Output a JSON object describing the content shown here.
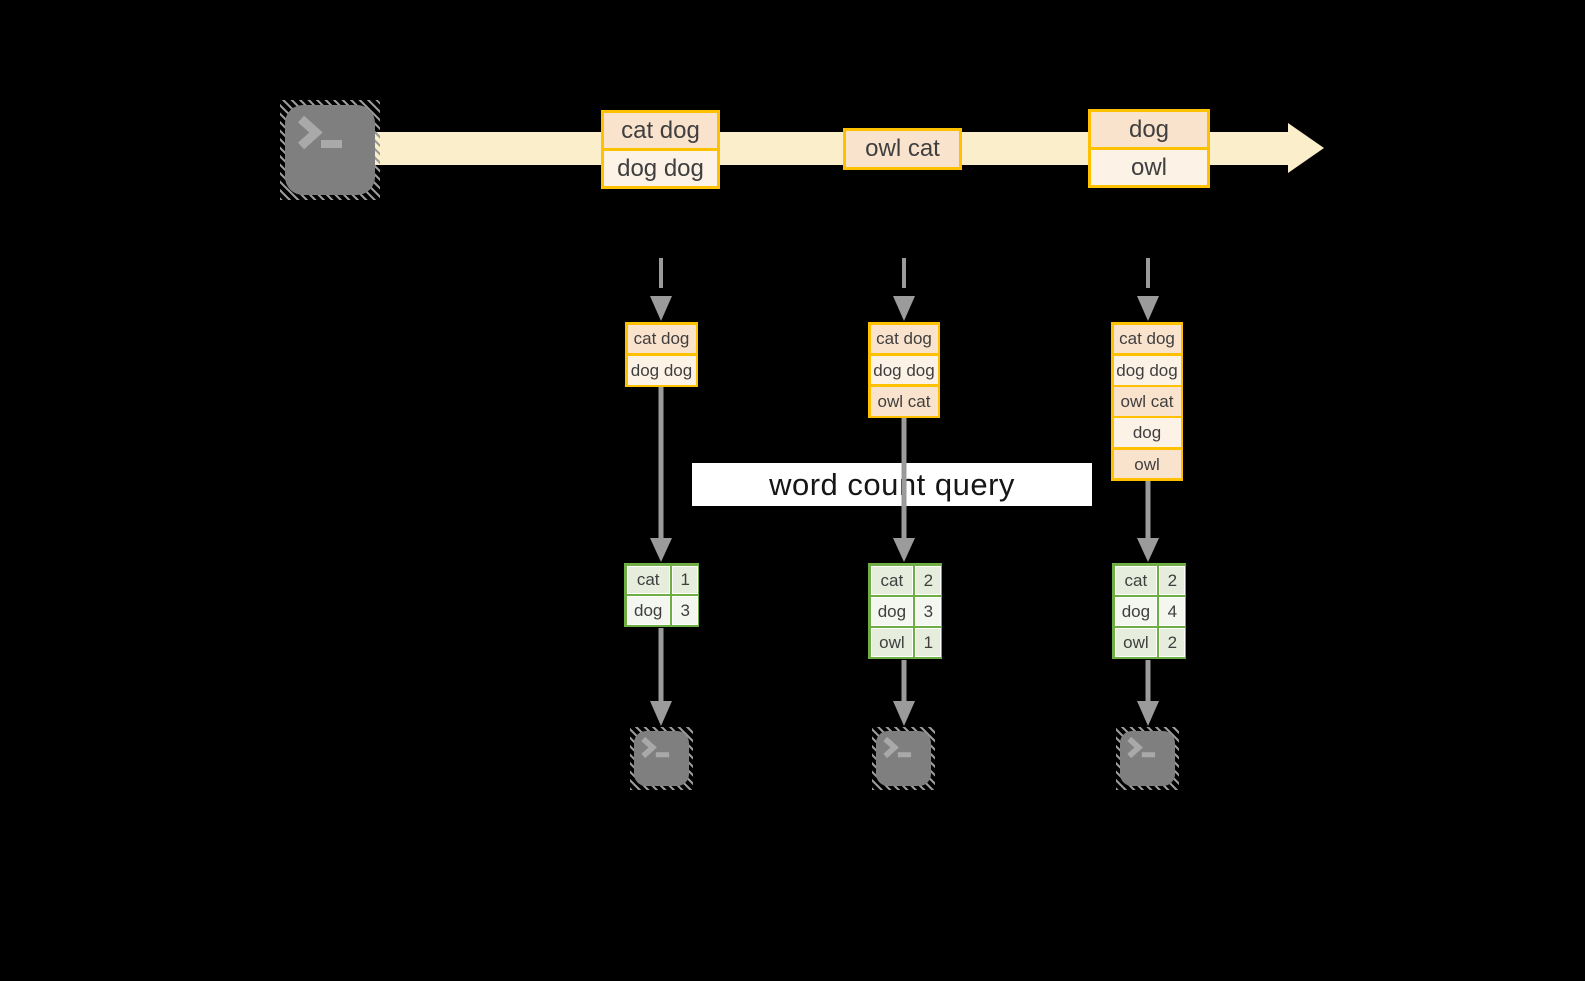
{
  "background": "#000000",
  "colors": {
    "band": "#FAEECB",
    "box_border": "#FFC000",
    "box_fill_dark": "#FAE3CD",
    "box_fill_light": "#FDF2E6",
    "table_border": "#6FAE44",
    "table_cell_dark": "#E6EDDC",
    "table_cell_light": "#F3F7F0",
    "connector_gray": "#9B9B9B",
    "terminal_gray": "#7F7F7F",
    "text": "#3F3F3F"
  },
  "icons": {
    "source": "terminal-icon",
    "outputs": [
      "terminal-icon",
      "terminal-icon",
      "terminal-icon"
    ],
    "stream_arrow": "right-arrow-band",
    "connectors": "down-arrow"
  },
  "banner": {
    "label": "word count query"
  },
  "stream": {
    "messages": [
      {
        "lines": [
          "cat dog",
          "dog dog"
        ]
      },
      {
        "lines": [
          "owl cat"
        ]
      },
      {
        "lines": [
          "dog",
          "owl"
        ]
      }
    ]
  },
  "columns": [
    {
      "batch": [
        "cat dog",
        "dog dog"
      ],
      "counts": [
        {
          "word": "cat",
          "count": "1"
        },
        {
          "word": "dog",
          "count": "3"
        }
      ]
    },
    {
      "batch": [
        "cat dog",
        "dog dog",
        "owl cat"
      ],
      "counts": [
        {
          "word": "cat",
          "count": "2"
        },
        {
          "word": "dog",
          "count": "3"
        },
        {
          "word": "owl",
          "count": "1"
        }
      ]
    },
    {
      "batch": [
        "cat dog",
        "dog dog",
        "owl cat",
        "dog",
        "owl"
      ],
      "counts": [
        {
          "word": "cat",
          "count": "2"
        },
        {
          "word": "dog",
          "count": "4"
        },
        {
          "word": "owl",
          "count": "2"
        }
      ]
    }
  ]
}
